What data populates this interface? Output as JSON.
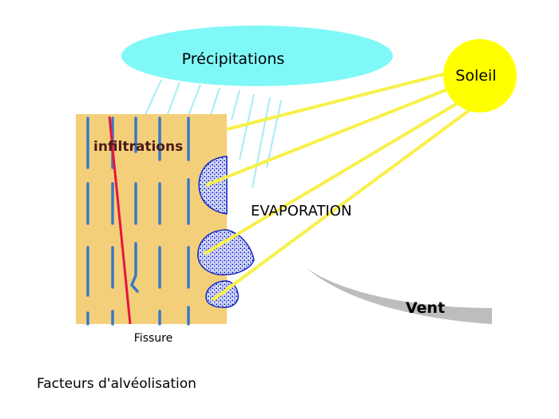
{
  "labels": {
    "precipitations": "Précipitations",
    "soleil": "Soleil",
    "infiltrations": "infiltrations",
    "evaporation": "EVAPORATION",
    "vent": "Vent",
    "fissure": "Fissure",
    "caption": "Facteurs d'alvéolisation"
  },
  "colors": {
    "rock": "#f4cf7a",
    "cloud": "#80f8f8",
    "rain": "#a8ecf4",
    "sun": "#ffff00",
    "sun_rays": "#f8f04a",
    "water_lines": "#3a78c8",
    "fissure": "#e8143c",
    "alveoles": "#1428c8",
    "wind": "#bdbdbd"
  },
  "icons": [
    "cloud-icon",
    "sun-icon",
    "wind-icon"
  ]
}
